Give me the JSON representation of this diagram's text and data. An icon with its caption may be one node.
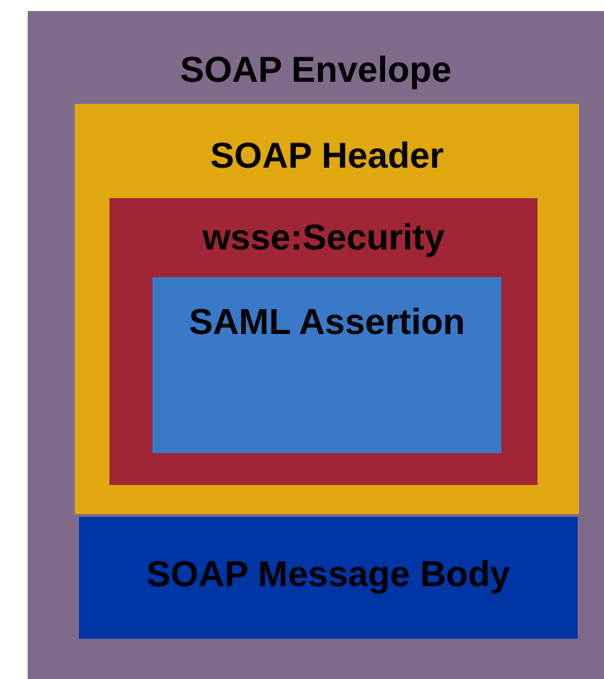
{
  "diagram": {
    "nodes": [
      {
        "text": [
          "SOAP Envelope"
        ]
      },
      {
        "text": [
          "SOAP Header"
        ],
        "in": 0
      },
      {
        "text": [
          "wsse:Security"
        ],
        "in": 1
      },
      {
        "text": [
          "SAML Assertion"
        ],
        "in": 2
      },
      {
        "text": [
          "SOAP Message Body"
        ],
        "in": 0
      }
    ]
  }
}
